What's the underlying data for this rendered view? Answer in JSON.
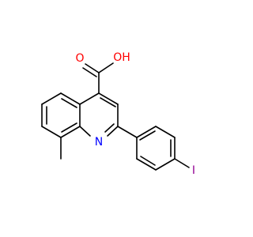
{
  "molecule": {
    "atoms": [
      {
        "id": "O1",
        "label": "O",
        "color": "#ff0000"
      },
      {
        "id": "OH",
        "label": "OH",
        "color": "#ff0000"
      },
      {
        "id": "N",
        "label": "N",
        "color": "#0000ff"
      },
      {
        "id": "I",
        "label": "I",
        "color": "#940094"
      }
    ]
  },
  "colors": {
    "bond": "#000000",
    "oxygen": "#ff0000",
    "nitrogen": "#0000ff",
    "iodine": "#940094"
  }
}
